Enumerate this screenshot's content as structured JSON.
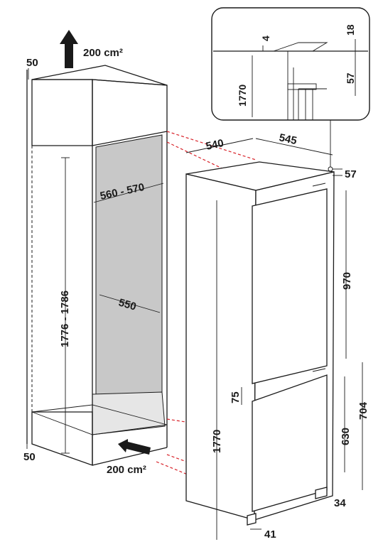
{
  "airflow": {
    "top_vent": "200 cm²",
    "bottom_vent": "200 cm²",
    "top_arrow_icon": "arrow-up-icon",
    "bottom_arrow_icon": "arrow-right-icon"
  },
  "niche": {
    "top_offset": "50",
    "bottom_offset": "50",
    "height_range": "1776 - 1786",
    "width_range": "560 - 570",
    "depth": "550"
  },
  "appliance": {
    "width": "540",
    "depth": "545",
    "top_gap": "57",
    "total_height": "1770",
    "upper_door_height": "970",
    "door_gap": "75",
    "lower_door_height": "630",
    "lower_section_height": "704",
    "plinth_height": "34",
    "foot_offset": "41"
  },
  "detail": {
    "top_gap": "4",
    "hinge_height": "18",
    "height": "1770",
    "hinge_offset": "57"
  },
  "colors": {
    "line": "#1a1a1a",
    "niche_back": "#c8c8c8",
    "niche_floor": "#e6e6e6",
    "vent_guide": "#d8232a"
  }
}
